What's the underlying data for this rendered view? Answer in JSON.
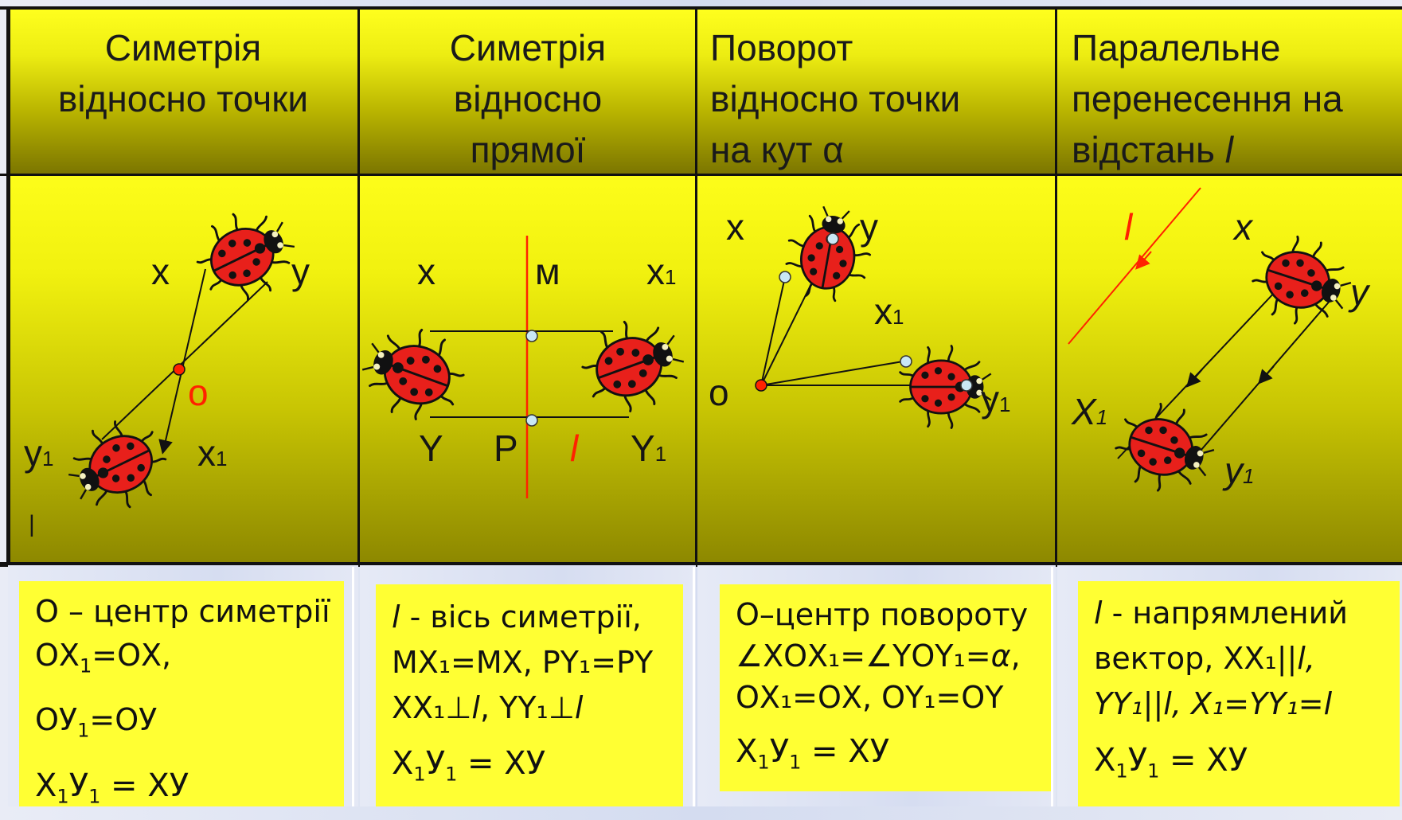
{
  "headers": [
    {
      "lines": [
        "Симетрія",
        "відносно точки"
      ]
    },
    {
      "lines": [
        "Симетрія",
        "відносно",
        "прямої"
      ]
    },
    {
      "lines": [
        "Поворот",
        "відносно точки",
        "на кут α"
      ]
    },
    {
      "lines": [
        "Паралельне",
        "перенесення на",
        "відстань "
      ],
      "italic_tail": "l"
    }
  ],
  "panel1": {
    "x": "х",
    "y": "у",
    "o": "о",
    "y1": "у",
    "y1_sub": "1",
    "x1": "х",
    "x1_sub": "1",
    "tick": "|"
  },
  "panel2": {
    "x": "х",
    "m": "м",
    "x1": "х",
    "x1_sub": "1",
    "y": "Y",
    "p": "Р",
    "l": "l",
    "y1": "Y",
    "y1_sub": "1"
  },
  "panel3": {
    "x": "х",
    "y": "у",
    "x1": "х",
    "x1_sub": "1",
    "o": "о",
    "y1": "у",
    "y1_sub": "1"
  },
  "panel4": {
    "l": "l",
    "x": "х",
    "y": "у",
    "X1": "Х",
    "X1_sub": "1",
    "y1": "у",
    "y1_sub": "1"
  },
  "box1": {
    "line1": "О – центр симетрії",
    "line2a": "ОХ",
    "line2sub": "1",
    "line2b": "=ОХ,",
    "line3a": "ОУ",
    "line3sub": "1",
    "line3b": "=ОУ",
    "line4a": "Х",
    "line4s1": "1",
    "line4b": "У",
    "line4s2": "1",
    "line4c": " = ХУ"
  },
  "box2": {
    "l": "l",
    "line1": " - вісь симетрії,",
    "line2": "МХ₁=МХ, РY₁=РY",
    "line3a": "ХХ₁⊥",
    "line3l": "l",
    "line3b": ", YY₁⊥",
    "line3l2": "l",
    "line4a": "Х",
    "line4s1": "1",
    "line4b": "У",
    "line4s2": "1",
    "line4c": " = ХУ"
  },
  "box3": {
    "line1": "О–центр повороту",
    "line2a": "∠ХОХ₁=∠YОY₁=",
    "line2alpha": "α",
    "line2b": ",",
    "line3": "ОХ₁=ОХ, ОY₁=ОY",
    "line4a": "Х",
    "line4s1": "1",
    "line4b": "У",
    "line4s2": "1",
    "line4c": " = ХУ"
  },
  "box4": {
    "l": "l",
    "line1": " - напрямлений",
    "line2a": "вектор, ХХ₁||",
    "line2l": "l,",
    "line3": "YY₁||",
    "line3l": "l,",
    "line3b": " Х₁=YY₁=",
    "line3l2": "l",
    "line4a": "Х",
    "line4s1": "1",
    "line4b": "У",
    "line4s2": "1",
    "line4c": " = ХУ"
  },
  "colors": {
    "yellow": "#ffff33",
    "red_line": "#ff2200",
    "ladybug": "#e8201b",
    "point_blue": "#c9e8f5"
  }
}
